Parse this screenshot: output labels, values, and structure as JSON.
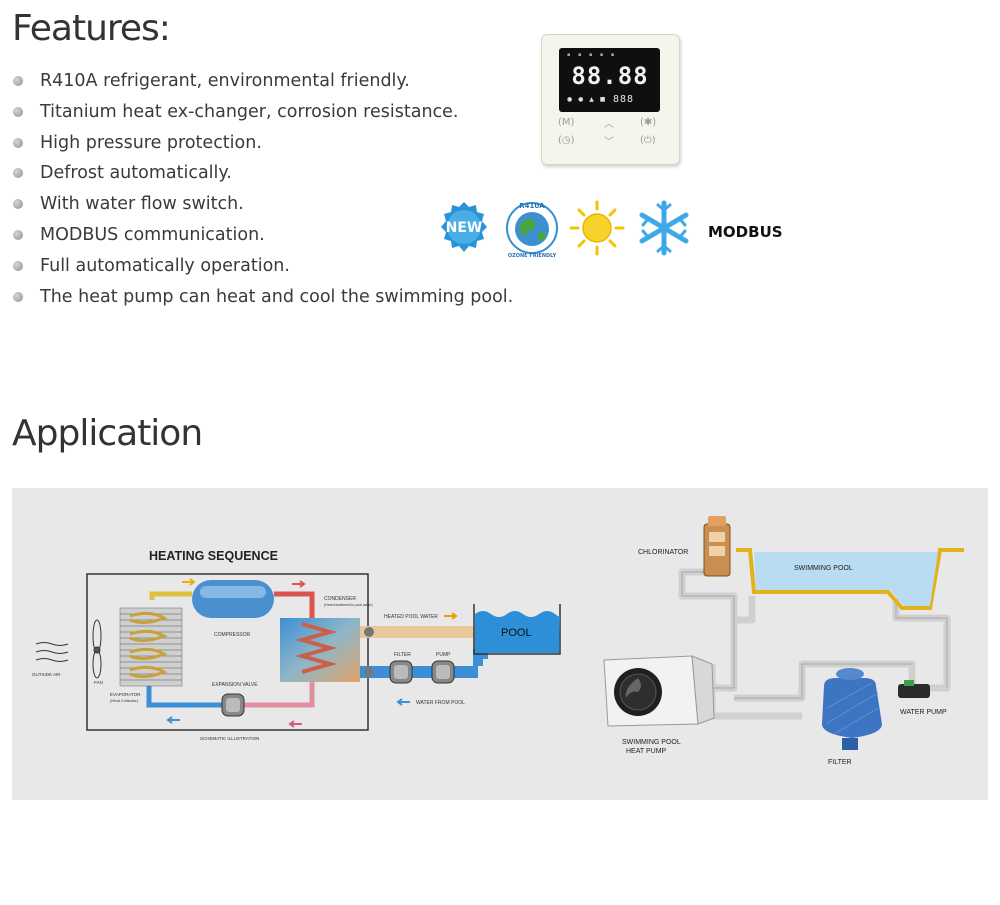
{
  "features": {
    "title": "Features:",
    "items": [
      "R410A refrigerant, environmental friendly.",
      "Titanium heat ex-changer, corrosion resistance.",
      "High pressure protection.",
      "Defrost automatically.",
      "With water flow switch.",
      "MODBUS communication.",
      "Full automatically operation.",
      "The heat pump can heat and cool the swimming pool."
    ]
  },
  "controller": {
    "main_display": "88.88",
    "sub_display": "888",
    "btn_mode": "(M)",
    "btn_up": "︿",
    "btn_fan": "(✱)",
    "btn_clock": "(◷)",
    "btn_down": "﹀",
    "btn_power": "(⏻)"
  },
  "badges": {
    "new": "NEW",
    "r410a": "R410A",
    "ozone": "OZONE FRIENDLY",
    "modbus": "MODBUS",
    "icons": [
      "new-badge-icon",
      "ozone-globe-icon",
      "sun-icon",
      "snowflake-icon"
    ]
  },
  "application": {
    "title": "Application",
    "heating": {
      "title": "HEATING SEQUENCE",
      "condenser": "CONDENSER",
      "condenser_note": "(Heat transferred to pool water)",
      "compressor": "COMPRESSOR",
      "heated_pool_water": "HEATED POOL WATER",
      "pool": "POOL",
      "filter": "FILTER",
      "pump": "PUMP",
      "outside_air": "OUTSIDE AIR",
      "fan": "FAN",
      "evaporator": "EVAPORATOR",
      "evaporator_note": "(Heat Collector)",
      "expansion_valve": "EXPANSION VALVE",
      "water_from_pool": "WATER FROM POOL",
      "schematic": "SCHEMATIC ILLUSTRATION"
    },
    "system": {
      "chlorinator": "CHLORINATOR",
      "swimming_pool": "SWIMMING POOL",
      "heat_pump_line1": "SWIMMING POOL",
      "heat_pump_line2": "HEAT PUMP",
      "water_pump": "WATER PUMP",
      "filter": "FILTER"
    }
  }
}
